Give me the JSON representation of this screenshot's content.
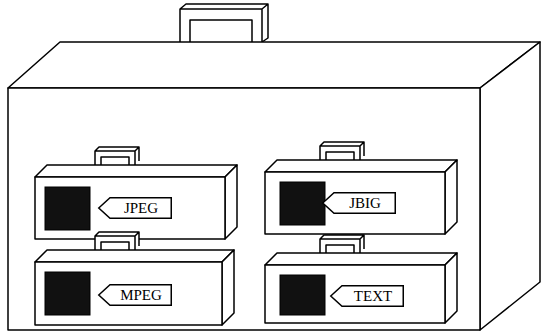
{
  "diagram": {
    "nodes": [
      {
        "text": [
          "JPEG"
        ]
      },
      {
        "text": [
          "JBIG"
        ]
      },
      {
        "text": [
          "MPEG"
        ]
      },
      {
        "text": [
          "TEXT"
        ]
      }
    ]
  }
}
